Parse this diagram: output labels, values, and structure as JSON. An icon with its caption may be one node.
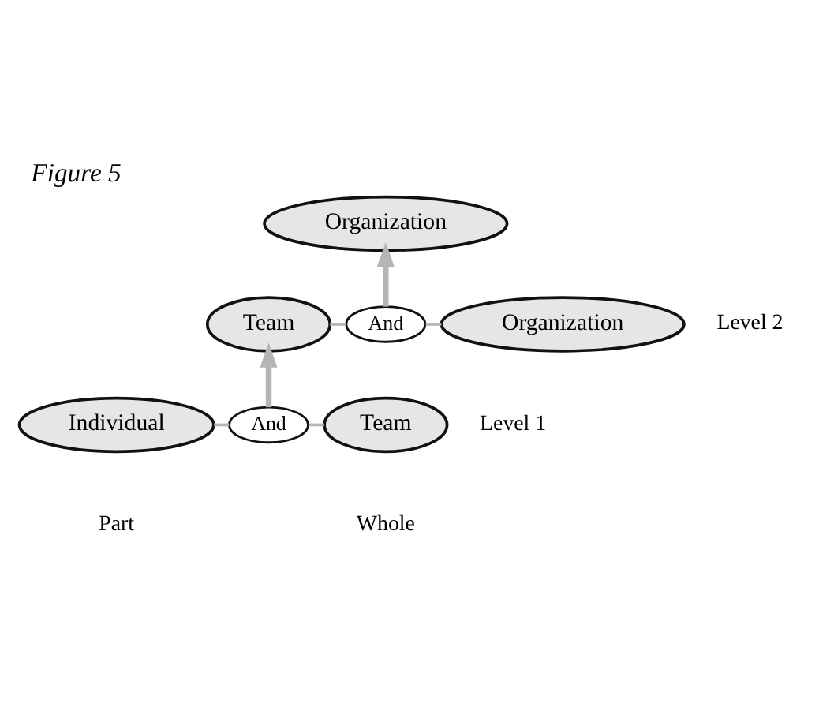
{
  "diagram": {
    "title": "Figure 5",
    "nodes": [
      {
        "text": [
          "Organization"
        ]
      },
      {
        "text": [
          "Team"
        ]
      },
      {
        "text": [
          "And"
        ]
      },
      {
        "text": [
          "Organization"
        ]
      },
      {
        "text": [
          "Individual"
        ]
      },
      {
        "text": [
          "And"
        ]
      },
      {
        "text": [
          "Team"
        ]
      }
    ],
    "edges": [
      {
        "from": 5,
        "to": 1,
        "arrow": "to",
        "style": "thick"
      },
      {
        "from": 2,
        "to": 0,
        "arrow": "to",
        "style": "thick"
      },
      {
        "from": 1,
        "to": 2,
        "arrow": "none"
      },
      {
        "from": 2,
        "to": 3,
        "arrow": "none"
      },
      {
        "from": 4,
        "to": 5,
        "arrow": "none"
      },
      {
        "from": 5,
        "to": 6,
        "arrow": "none"
      }
    ],
    "labels": [
      "Level 2",
      "Level 1",
      "Part",
      "Whole"
    ]
  }
}
